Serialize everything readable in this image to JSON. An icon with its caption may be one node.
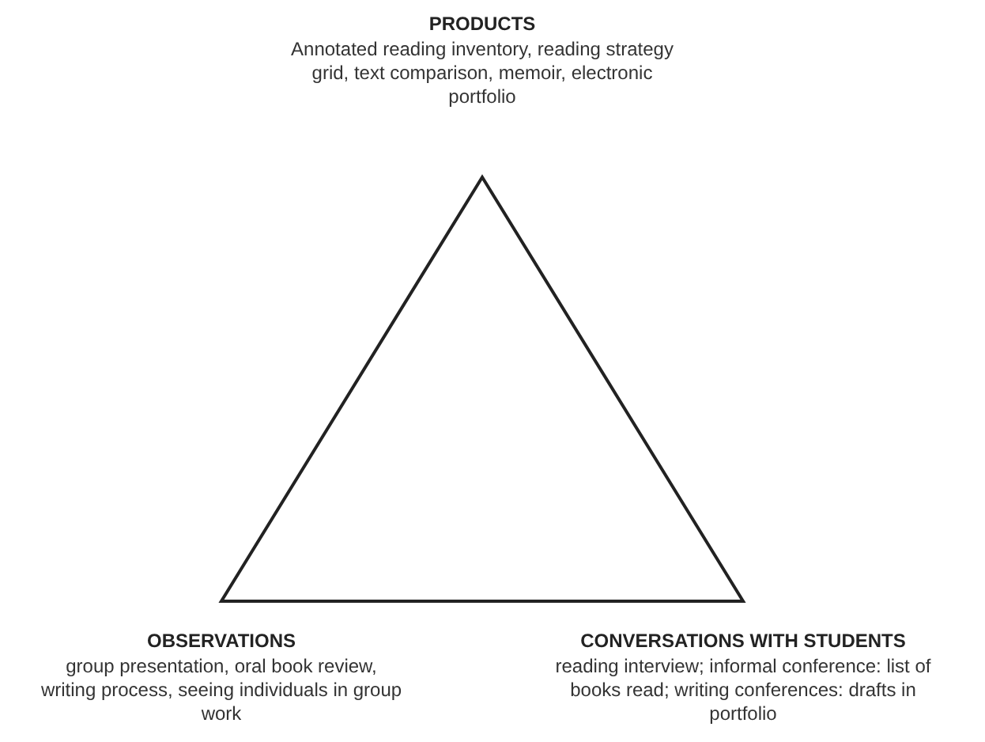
{
  "diagram": {
    "labels": [
      "PRODUCTS",
      "Annotated reading inventory, reading strategy grid, text comparison, memoir, electronic portfolio",
      "OBSERVATIONS",
      "group presentation, oral book review, writing process, seeing individuals in group work",
      "CONVERSATIONS WITH STUDENTS",
      "reading interview; informal conference: list of books read; writing conferences: drafts in portfolio"
    ]
  }
}
